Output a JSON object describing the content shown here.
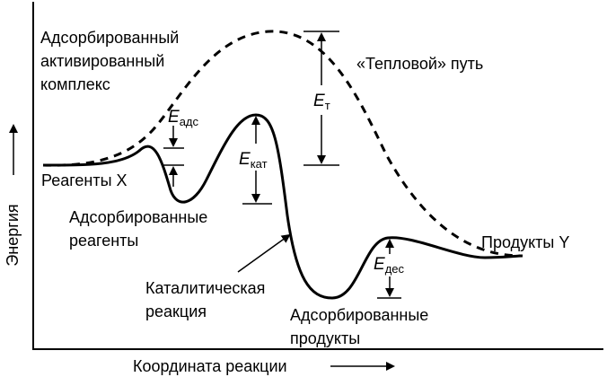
{
  "axes": {
    "y_label": "Энергия",
    "x_label": "Координата реакции"
  },
  "labels": {
    "adsorbed_complex": [
      "Адсорбированный",
      "активированный",
      "комплекс"
    ],
    "thermal_path": "«Тепловой»  путь",
    "reagents_x": "Реагенты X",
    "adsorbed_reagents": [
      "Адсорбированные",
      "реагенты"
    ],
    "catalytic_reaction": [
      "Каталитическая",
      "реакция"
    ],
    "adsorbed_products": [
      "Адсорбированные",
      "продукты"
    ],
    "products_y": "Продукты Y"
  },
  "energies": {
    "e_ads": {
      "symbol": "E",
      "sub": "адс"
    },
    "e_cat": {
      "symbol": "E",
      "sub": "кат"
    },
    "e_t": {
      "symbol": "E",
      "sub": "т"
    },
    "e_des": {
      "symbol": "E",
      "sub": "дес"
    }
  },
  "style": {
    "ink": "#000000",
    "background": "#ffffff"
  }
}
